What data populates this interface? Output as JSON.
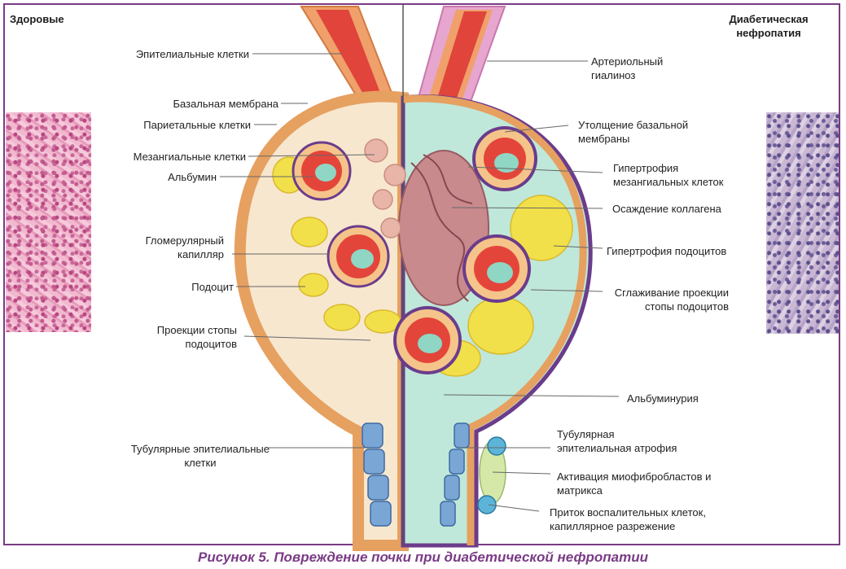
{
  "titles": {
    "healthy": "Здоровые",
    "diabetic_line1": "Диабетическая",
    "diabetic_line2": "нефропатия"
  },
  "labels_left": [
    {
      "id": "epithelial",
      "lines": [
        "Эпителиальные клетки"
      ]
    },
    {
      "id": "basal-membrane",
      "lines": [
        "Базальная мембрана"
      ]
    },
    {
      "id": "parietal",
      "lines": [
        "Париетальные клетки"
      ]
    },
    {
      "id": "mesangial",
      "lines": [
        "Мезангиальные клетки"
      ]
    },
    {
      "id": "albumin",
      "lines": [
        "Альбумин"
      ]
    },
    {
      "id": "glomerular-capillary",
      "lines": [
        "Гломерулярный",
        "капилляр"
      ]
    },
    {
      "id": "podocyte",
      "lines": [
        "Подоцит"
      ]
    },
    {
      "id": "foot-processes",
      "lines": [
        "Проекции стопы",
        "подоцитов"
      ]
    },
    {
      "id": "tubular-epithelial",
      "lines": [
        "Тубулярные эпителиальные",
        "клетки"
      ]
    }
  ],
  "labels_right": [
    {
      "id": "arteriolar-hyalinosis",
      "lines": [
        "Артериольный",
        "гиалиноз"
      ]
    },
    {
      "id": "basement-thickening",
      "lines": [
        "Утолщение базальной",
        "мембраны"
      ]
    },
    {
      "id": "mesangial-hypertrophy",
      "lines": [
        "Гипертрофия",
        "мезангиальных клеток"
      ]
    },
    {
      "id": "collagen-deposition",
      "lines": [
        "Осаждение коллагена"
      ]
    },
    {
      "id": "podocyte-hypertrophy",
      "lines": [
        "Гипертрофия подоцитов"
      ]
    },
    {
      "id": "foot-effacement",
      "lines": [
        "Сглаживание проекции",
        "стопы подоцитов"
      ]
    },
    {
      "id": "albuminuria",
      "lines": [
        "Альбуминурия"
      ]
    },
    {
      "id": "tubular-atrophy",
      "lines": [
        "Тубулярная",
        "эпителиальная атрофия"
      ]
    },
    {
      "id": "myofibroblast-activation",
      "lines": [
        "Активация миофибробластов и",
        "матрикса"
      ]
    },
    {
      "id": "inflammatory-influx",
      "lines": [
        "Приток воспалительных клеток,",
        "капиллярное разрежение"
      ]
    }
  ],
  "caption": "Рисунок 5. Повреждение почки при диабетической нефропатии",
  "colors": {
    "frame": "#7a3b86",
    "capillary_red": "#e4453a",
    "capillary_rim": "#d49a5c",
    "podocyte_yellow": "#f2e04a",
    "albumin_teal": "#8fd6c4",
    "collagen": "#b0707a",
    "membrane_purple": "#6b3c8c",
    "cell_orange": "#e9a868",
    "tubule_blue": "#7aa6d6"
  }
}
